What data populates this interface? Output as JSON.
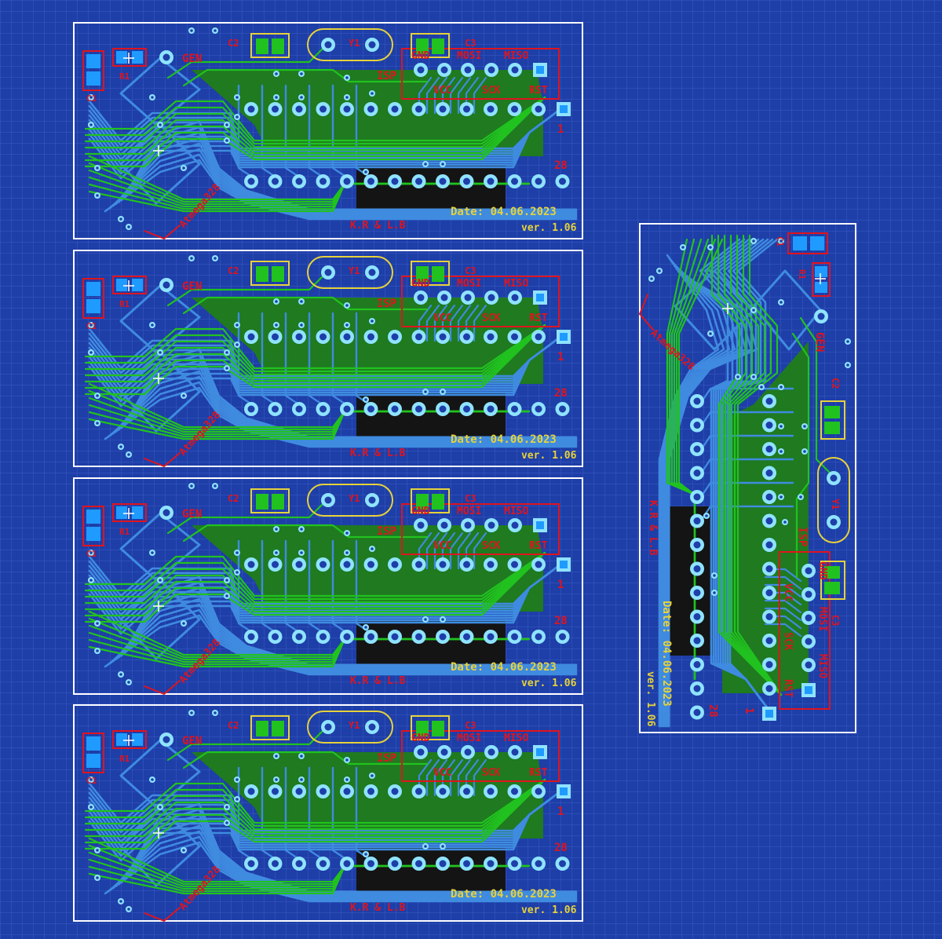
{
  "board": {
    "labels": {
      "gen": "GEN",
      "r1": "R1",
      "c1": "C1",
      "c2": "C2",
      "c3": "C3",
      "y1": "Y1",
      "isp": "ISP",
      "gnd": "GND",
      "mosi": "MOSI",
      "miso": "MISO",
      "vcc": "VCC",
      "sck": "SCK",
      "rst": "RST",
      "pin1": "1",
      "pin28": "28",
      "date": "Date: 04.06.2023",
      "ver": "ver. 1.06",
      "authors": "K.R  &  L.B",
      "brand": "Atmega328"
    },
    "copies": 5
  },
  "colors": {
    "background": "#1e3ea8",
    "grid": "#3a5bc4",
    "outline": "#ffffff",
    "bottom_trace": "#3f8be0",
    "top_trace": "#21c21f",
    "copper_fill": "#1f7a20",
    "silk_red": "#e0141e",
    "silk_yellow": "#e6d23a",
    "pad_ring": "#8fe3ff",
    "pad_square": "#1f9bff",
    "black_fill": "#141414"
  }
}
